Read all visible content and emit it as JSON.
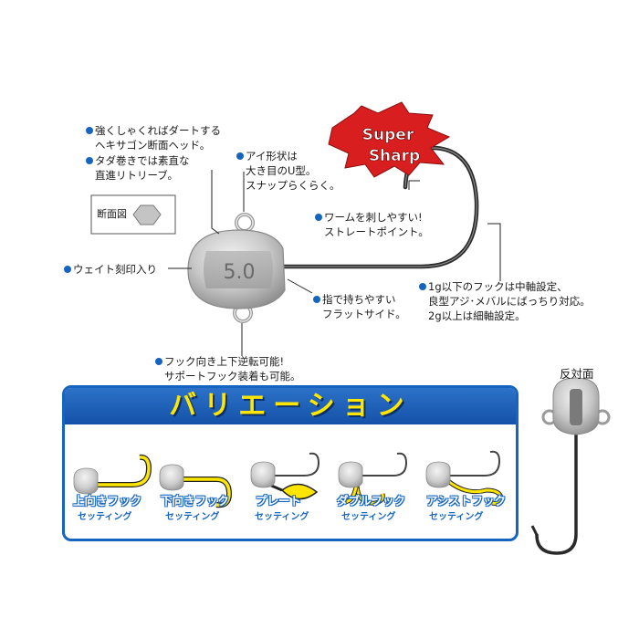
{
  "badge": {
    "line1": "Super",
    "line2": "Sharp"
  },
  "head_mark": "5.0",
  "callouts": {
    "dart_1": "強くしゃくればダートする",
    "dart_2": "ヘキサゴン断面ヘッド。",
    "tada_1": "タダ巻きでは素直な",
    "tada_2": "直進リトリーブ。",
    "section_label": "断面図",
    "eye_1": "アイ形状は",
    "eye_2": "大き目のU型。",
    "eye_3": "スナップらくらく。",
    "point_1": "ワームを刺しやすい!",
    "point_2": "ストレートポイント。",
    "weight": "ウェイト刻印入り",
    "flat_1": "指で持ちやすい",
    "flat_2": "フラットサイド。",
    "hook_1": "1g以下のフックは中軸設定、",
    "hook_2": "良型アジ･メバルにばっちり対応。",
    "hook_3": "2g以上は細軸設定。",
    "reverse_1": "フック向き上下逆転可能!",
    "reverse_2": "サポートフック装着も可能。"
  },
  "variation": {
    "title": "バリエーション",
    "items": [
      {
        "label": "上向きフック",
        "sub": "セッティング"
      },
      {
        "label": "下向きフック",
        "sub": "セッティング"
      },
      {
        "label": "プレート",
        "sub": "セッティング"
      },
      {
        "label": "ダブルフック",
        "sub": "セッティング"
      },
      {
        "label": "アシストフック",
        "sub": "セッティング"
      }
    ]
  },
  "reverse_side_label": "反対面",
  "colors": {
    "accent_blue": "#1565c0",
    "highlight_yellow": "#ffe600",
    "badge_red": "#d81e1e"
  }
}
